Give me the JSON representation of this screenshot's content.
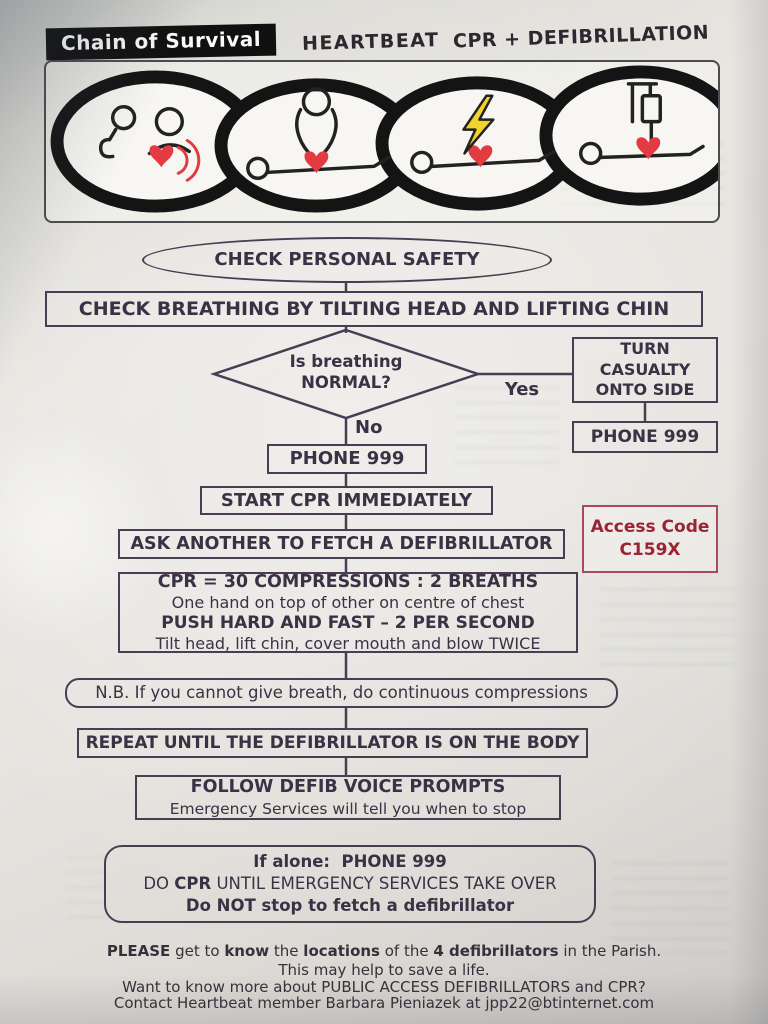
{
  "header": {
    "badge": "Chain of Survival",
    "org": "HEARTBEAT",
    "subtitle": "CPR + DEFIBRILLATION"
  },
  "chain": {
    "links": [
      "call-for-help",
      "early-cpr",
      "early-defibrillation",
      "post-resuscitation-care"
    ]
  },
  "flowchart": {
    "start": "CHECK PERSONAL SAFETY",
    "check_breathing": "CHECK BREATHING BY TILTING HEAD AND LIFTING CHIN",
    "decision": "Is breathing NORMAL?",
    "yes_label": "Yes",
    "no_label": "No",
    "turn_casualty": "TURN CASUALTY ONTO SIDE",
    "phone_999_side": "PHONE 999",
    "phone_999": "PHONE 999",
    "start_cpr": "START CPR IMMEDIATELY",
    "fetch_defib": "ASK ANOTHER TO FETCH A DEFIBRILLATOR",
    "cpr_detail": {
      "line1": "CPR = 30 COMPRESSIONS : 2 BREATHS",
      "line2": "One hand on top of other on centre of chest",
      "line3": "PUSH HARD AND FAST – 2 PER SECOND",
      "line4": "Tilt head, lift chin, cover mouth and blow TWICE"
    },
    "nb": "N.B. If you cannot give breath, do continuous compressions",
    "repeat": "REPEAT UNTIL THE DEFIBRILLATOR IS ON THE BODY",
    "follow": {
      "line1": "FOLLOW DEFIB VOICE PROMPTS",
      "line2": "Emergency Services will tell you when to stop"
    },
    "if_alone": {
      "line1": "If alone:  PHONE 999",
      "line2a": "DO ",
      "line2b": "CPR",
      "line2c": " UNTIL EMERGENCY SERVICES TAKE OVER",
      "line3": "Do NOT stop to fetch a defibrillator"
    }
  },
  "access_code": {
    "label": "Access Code",
    "code": "C159X"
  },
  "footer": {
    "line1": {
      "s1": "PLEASE",
      "s2": " get to ",
      "s3": "know",
      "s4": " the ",
      "s5": "locations",
      "s6": " of the ",
      "s7": "4 defibrillators",
      "s8": " in the Parish."
    },
    "line2": "This may help to save a life.",
    "line3": "Want to know more about PUBLIC ACCESS DEFIBRILLATORS and CPR?",
    "line4": "Contact Heartbeat member Barbara Pieniazek at jpp22@btinternet.com"
  },
  "colors": {
    "outline": "#4b3c54",
    "text": "#3b3145",
    "accent_red": "#9b2433",
    "heart_red": "#e23b42",
    "lightning_yellow": "#f2d32b"
  }
}
